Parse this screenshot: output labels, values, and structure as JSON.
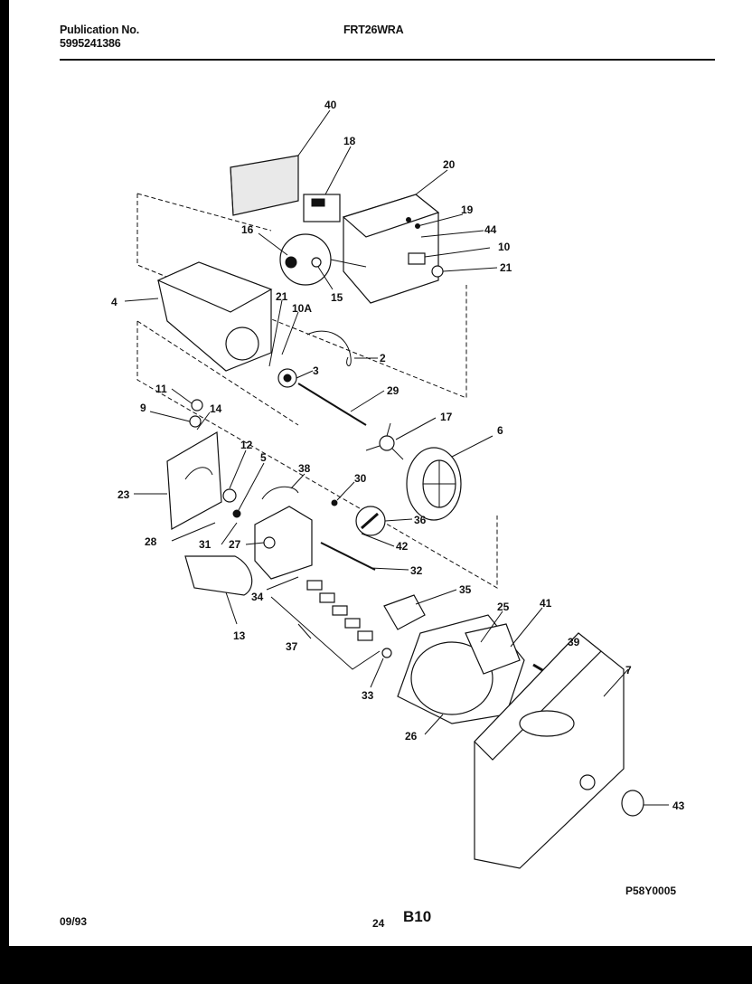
{
  "header": {
    "publication_label": "Publication No.",
    "publication_number": "5995241386",
    "model": "FRT26WRA"
  },
  "footer": {
    "date": "09/93",
    "page_number": "24",
    "section_code": "B10",
    "diagram_code": "P58Y0005"
  },
  "callouts": [
    "40",
    "18",
    "20",
    "19",
    "44",
    "10",
    "21",
    "16",
    "15",
    "4",
    "21",
    "10A",
    "2",
    "3",
    "29",
    "11",
    "14",
    "9",
    "17",
    "6",
    "12",
    "5",
    "38",
    "30",
    "23",
    "36",
    "28",
    "31",
    "27",
    "42",
    "32",
    "34",
    "35",
    "13",
    "37",
    "25",
    "41",
    "39",
    "7",
    "33",
    "26",
    "43"
  ]
}
